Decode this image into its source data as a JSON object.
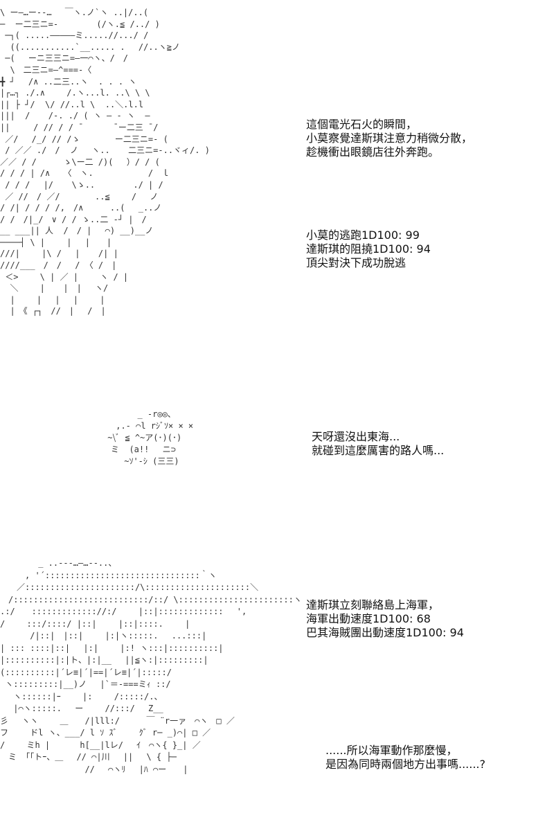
{
  "panels": [
    {
      "art": "\\ ー―…ー--…　 ￣ヽ.ノ`ヽ ..|/..(\n─  ー二三ニ=-　　　 　(/ヽ.≦ /../ )\n ─┐( .....―――――ミ.....//.../ /\n  ((...........`__..... .　 //..ヽ≧ノ\n ─(　 ーニ三三ニ=―一⌒ヽ、/　/\n  \\　二三ニ=―^===-〈\n╋ ┘　 /∧ ..二三..ヽ  . . . ヽ\n|┌…┐ ./.∧　　 /.ヽ...l. ..\\ \\ \\\n|| ├ ┘/  \\/ //..l \\  ..＼.l.l\n|||  / 　 /-. ./ ( ヽ ― ‐ ヽ  ―\n||   　/ // / / ̄　　 　 ̄ ー二三 ̄ /\n ／/　 /_/ // /ゝ　　 　 ー二三ニ=- (\n / ／／ ./　/  ノ　 ヽ.. 　 二三ニ=-..ヾィ/. )\n／／ / /　　  ゝ\\ー二 /)(　 ）/ / (\n/ / / | /∧　 〈　ヽ.　　　　　　 /　ｌ\n / / /　 |/ 　 \\ゝ..　　　　 ./ | /\n ／ //　/ ／/　　 　 ..≦　　 /　 ノ\n/ /| / / / /,　/∧ 　　 ..( 　_..ノ\n/ /　/|_/　∨ / / ゝ..二 -┘ |　/\n__ ___|| 人  /　/ |　 ⌒) __)__ノ\n────┤ \\ |　　 |　 |　　|\n///|　　 |\\ /　 | 　 /| |\n////___　/　/ 　/ 〈 /　|\n ＜>　　 \\ | ／ |　　 ヽ / |\n  ＼　　 | 　 |　|　 ヽ/\n  |　　 |　 |　 |　　 |\n  |　《 ┌┐　//　|　 /　|",
      "text": "這個電光石火的瞬間，\n小莫察覺達斯琪注意力稍微分散，\n趁機衝出眼鏡店往外奔跑。"
    },
    {
      "text": "小莫的逃跑1D100: 99\n達斯琪的阻撓1D100: 94\n頂尖對決下成功脫逃"
    },
    {
      "art": "　　 　 _ -r◎◎、\n　 ,.- ⌒l rｼﾞｿ× × ×\n ~\\ﾞ ≦ ^~ア(･)(･)\n　ミ  (a!!　 ニ⊃\n　　 ~ｿ'-ｼ (三三)",
      "text": "天呀還沒出東海...\n就碰到這麼厲害的路人嗎..."
    },
    {
      "art": "　　　　 _ ..--‐…―…‐-..、\n　　　, '´:::::::::::::::::::::::::::::::｀ヽ\n　　／::::::::::::::::::::::/\\:::::::::::::::::::::＼\n　/:::::::::::::::::::::::::::/::/ \\:::::::::::::::::::::::ヽ\n.:/　　::::::::::::://:/　　 |::|:::::::::::::　 ',\n/　　 :::/::::/ |::|　　 |::|::::.　　 |\n　　　 /|::|　|::|　　 |:|ヽ:::::.　 ...:::|\n| ::: ::::|::|　 |:|　　 |:! ヽ:::|::::::::::|\n|::::::::::|:|ト、|:|__　 ||≦ヽ:|:::::::::|\n(::::::::::|´レ≡|´|==|´レ≡|´|:::::/\n ヽ:::::::::|__)ノ　 |`＝-===ミｨ ::/\n　 ヽ::::::|ｰ　　 |:　　 /:::::/.、\n　 |⌒ヽ:::::.　 ー　　 //:::/　 Z__\n彡　 ヽヽ　　 ＿　　/|lll:/ 　　 ￣ ¨r一ァ　⌒ヽ　□ ／\nフ　　 ドl ヽ、___/ l ｿ ｽﾞ　　 ｸﾞ r─ _)⌒| □ ／\n/　　 ミh |　　　 h[__|lレ/　 ｲ　⌒ヽ{ }_| ／\n　ミ 「「トｰ、＿　 // ⌒|川　 || 　\\ { ├─\n　　 　　　　　　　 //　 ⌒ヽﾘ　 |ﾊ ⌒ー　　|",
      "text": "達斯琪立刻聯絡島上海軍，\n海軍出動速度1D100: 68\n巴其海賊團出動速度1D100: 94"
    },
    {
      "text": "......所以海軍動作那麼慢，\n是因為同時兩個地方出事嗎......?"
    }
  ]
}
